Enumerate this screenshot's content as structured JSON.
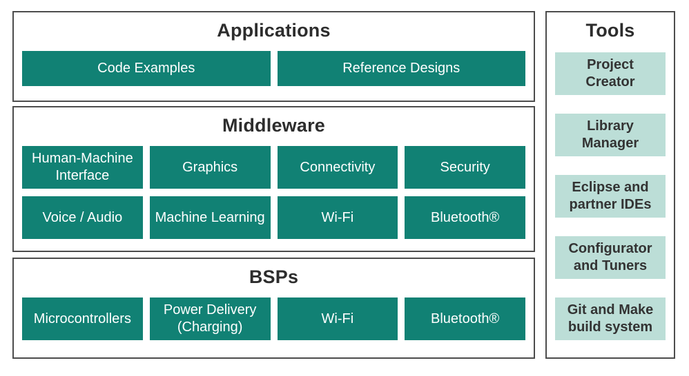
{
  "colors": {
    "teal": "#118174",
    "light_teal": "#bcded7",
    "frame_border": "#4c4c4c",
    "title_text": "#2d2d2d",
    "tool_text": "#333333",
    "cell_text": "#ffffff",
    "page_bg": "#ffffff"
  },
  "sections": [
    {
      "id": "applications",
      "title": "Applications",
      "rows": [
        [
          "Code Examples",
          "Reference Designs"
        ]
      ]
    },
    {
      "id": "middleware",
      "title": "Middleware",
      "rows": [
        [
          "Human-Machine Interface",
          "Graphics",
          "Connectivity",
          "Security"
        ],
        [
          "Voice / Audio",
          "Machine Learning",
          "Wi-Fi",
          "Bluetooth®"
        ]
      ]
    },
    {
      "id": "bsps",
      "title": "BSPs",
      "rows": [
        [
          "Microcontrollers",
          "Power Delivery (Charging)",
          "Wi-Fi",
          "Bluetooth®"
        ]
      ]
    }
  ],
  "tools": {
    "title": "Tools",
    "items": [
      "Project Creator",
      "Library Manager",
      "Eclipse and partner IDEs",
      "Configurator and Tuners",
      "Git and Make build system"
    ]
  }
}
